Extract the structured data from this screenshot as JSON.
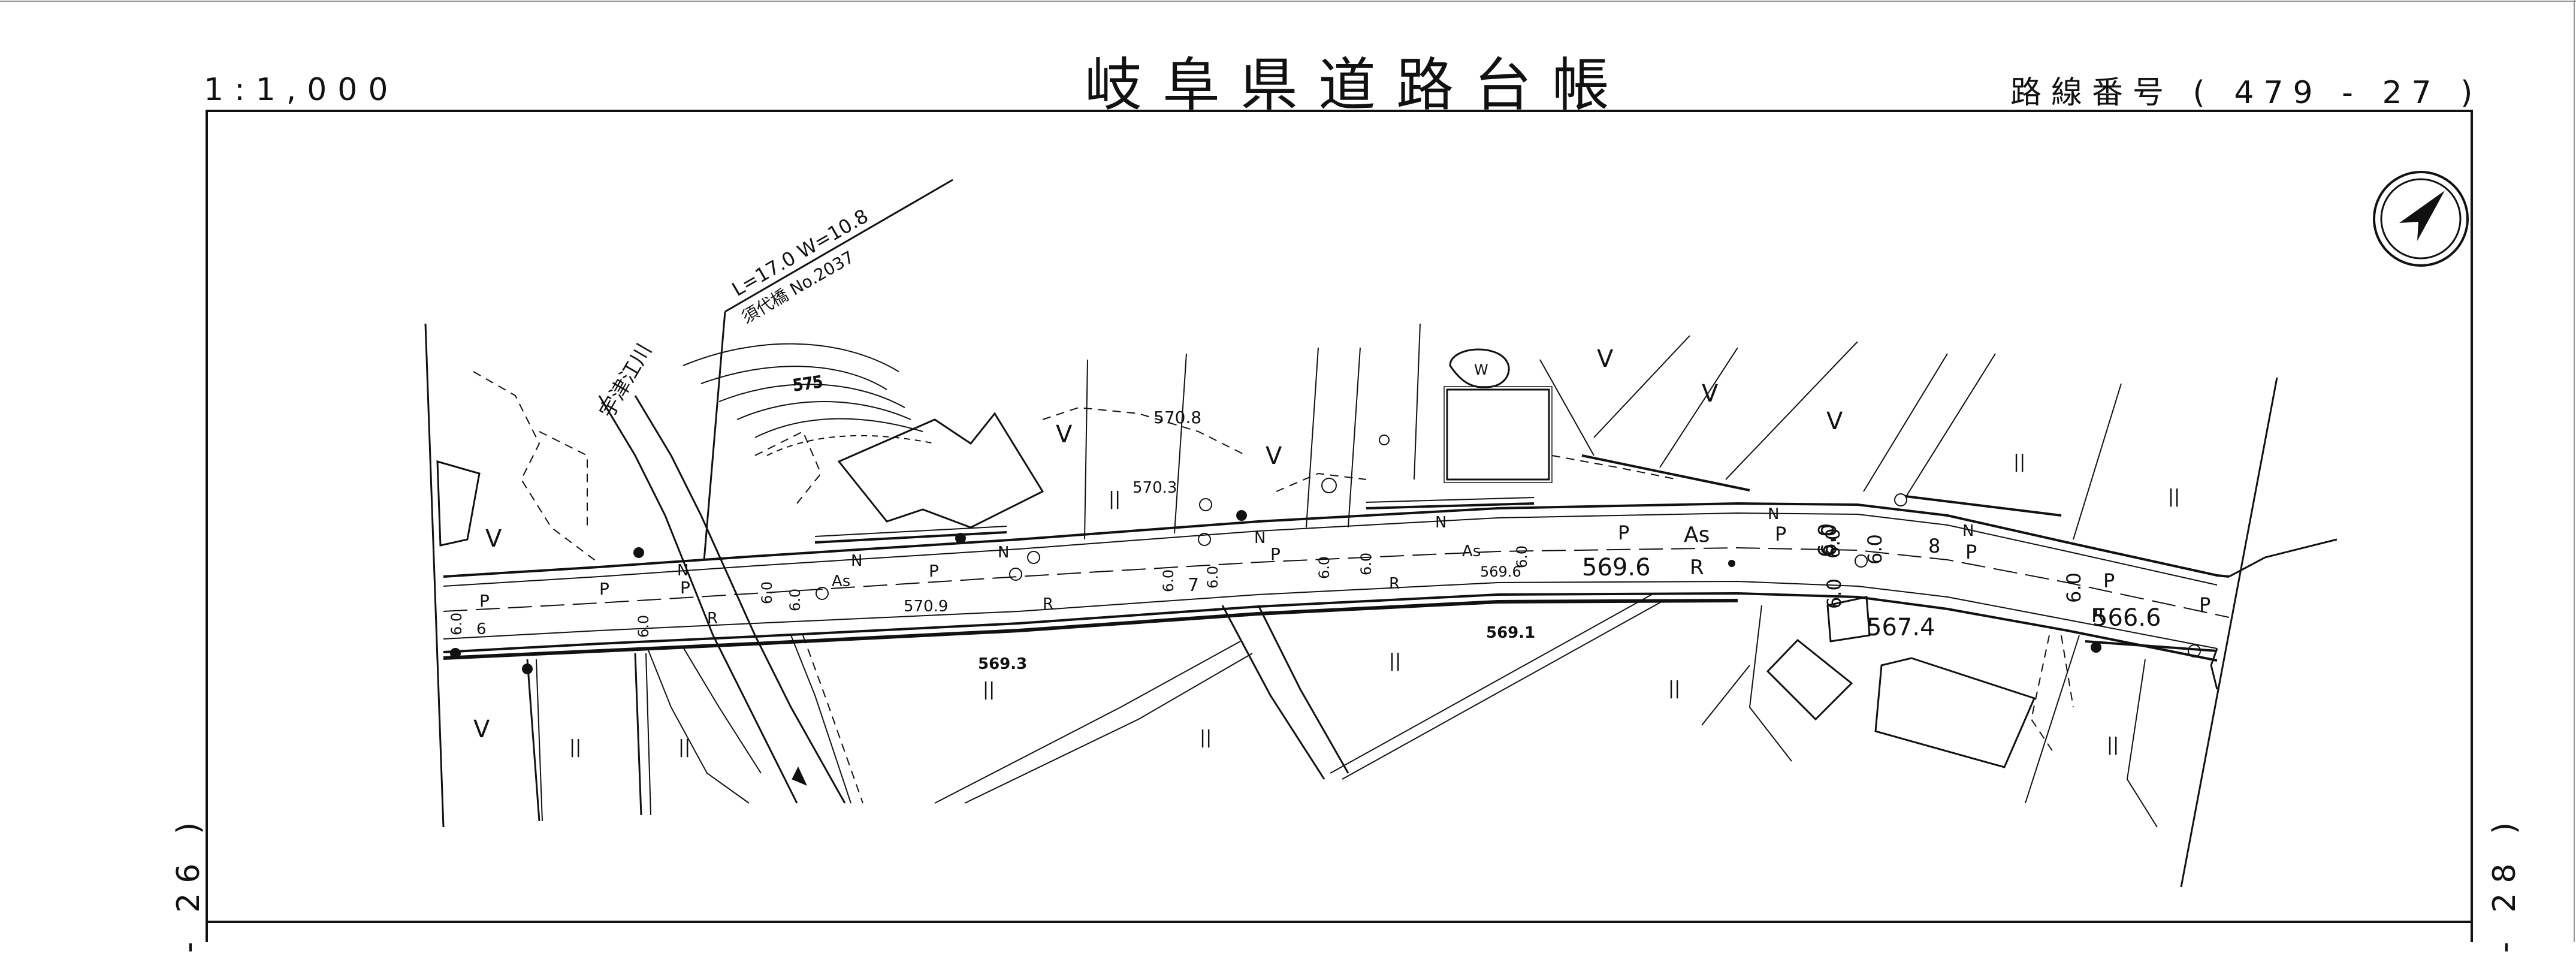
{
  "header": {
    "scale": "1:1,000",
    "title": "岐阜県道路台帳",
    "route_label": "路線番号",
    "route_open": "(",
    "route_number": "479",
    "route_dash": "-",
    "route_sheet": "27",
    "route_close": ")"
  },
  "side_refs": {
    "left": "- 26 )",
    "right": "- 28 )"
  },
  "bridge": {
    "dimensions": "L=17.0 W=10.8",
    "name": "須代橋 No.2037"
  },
  "river": {
    "name": "宇津江川"
  },
  "elevations": {
    "contour": "575",
    "spot_1": "570.8",
    "spot_2": "570.3",
    "spot_3": "570.9",
    "spot_4": "569.3",
    "spot_5": "569.6",
    "spot_6": "569.1",
    "spot_7": "567.4",
    "spot_8": "566.6",
    "spot_9": "569.6"
  },
  "road_marks": {
    "pavement": "As",
    "parking": "P",
    "north_side": "N",
    "road": "R",
    "width_6": "6.0",
    "width_7": "7",
    "width_8": "8",
    "width_plain": "6"
  },
  "land_use": {
    "field": "||",
    "forest": "V",
    "water": "W"
  },
  "compass": {
    "icon": "north-arrow-icon"
  }
}
